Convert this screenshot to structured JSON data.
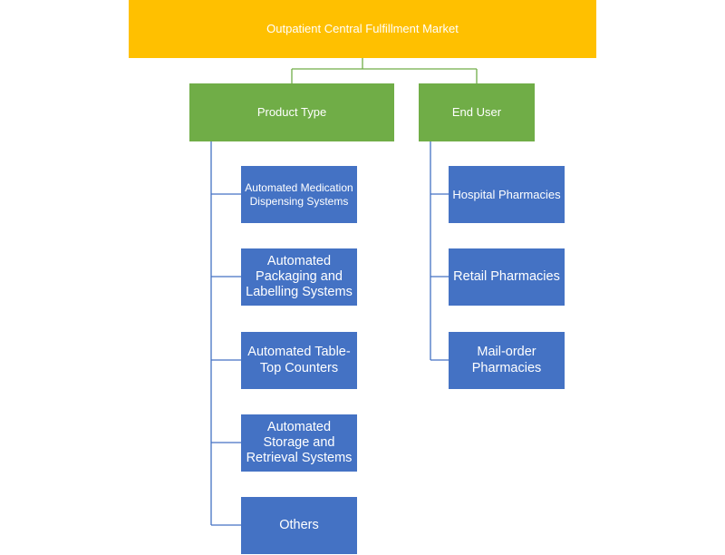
{
  "root": {
    "label": "Outpatient Central Fulfillment Market"
  },
  "categories": [
    {
      "label": "Product Type",
      "items": [
        "Automated Medication Dispensing Systems",
        "Automated Packaging and Labelling Systems",
        "Automated Table-Top Counters",
        "Automated Storage and Retrieval Systems",
        "Others"
      ]
    },
    {
      "label": "End User",
      "items": [
        "Hospital Pharmacies",
        "Retail Pharmacies",
        "Mail-order Pharmacies"
      ]
    }
  ],
  "colors": {
    "root": "#FFC000",
    "category": "#70AD47",
    "leaf": "#4472C4",
    "root_connector": "#70AD47",
    "leaf_connector": "#4472C4"
  }
}
